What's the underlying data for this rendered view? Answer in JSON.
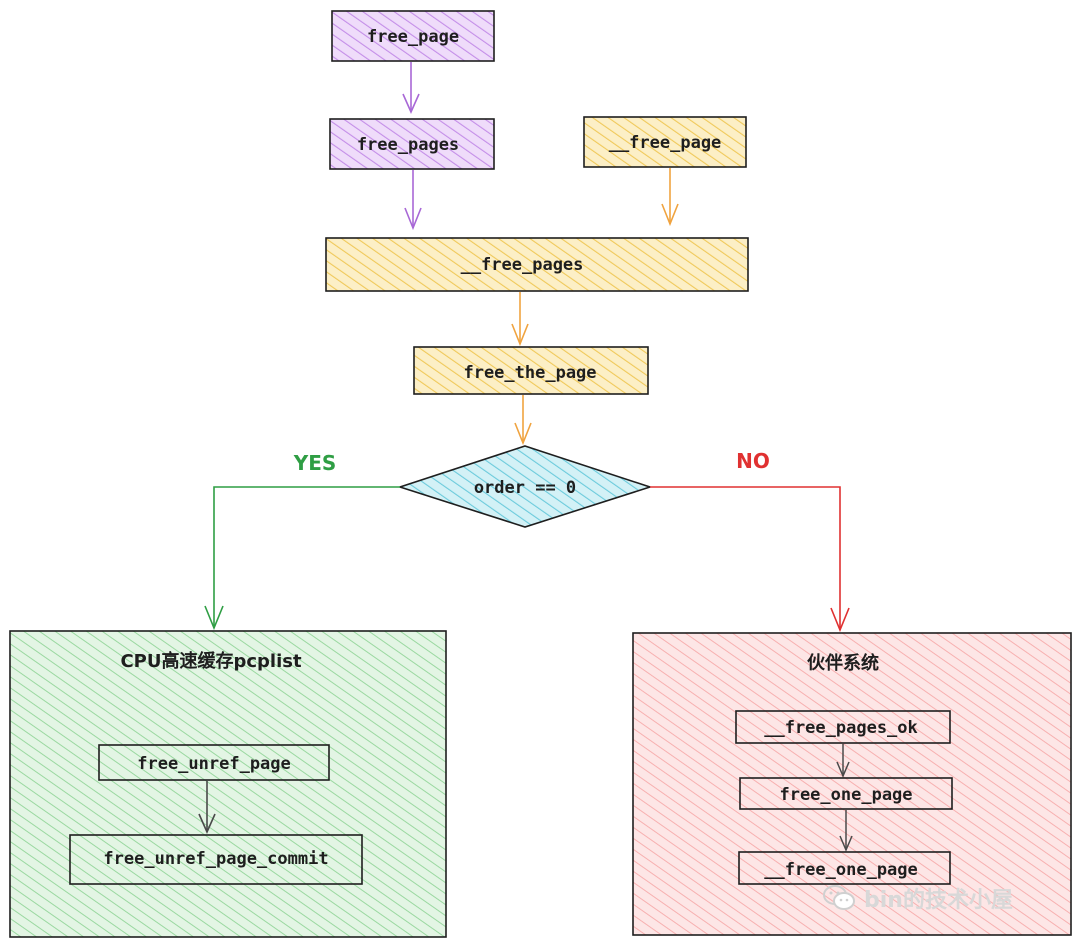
{
  "colors": {
    "purple": "#d0a3ee",
    "yellow": "#f5d77f",
    "cyan": "#8fd9e6",
    "green": "#b5e5b9",
    "pink": "#fbc7c7",
    "stroke": "#1e1e1e",
    "purple_arrow": "#a868d6",
    "orange_arrow": "#f0a33f",
    "green_line": "#2f9e44",
    "red_line": "#e03131"
  },
  "nodes": {
    "free_page": "free_page",
    "free_pages": "free_pages",
    "__free_page": "__free_page",
    "__free_pages": "__free_pages",
    "free_the_page": "free_the_page",
    "decision": "order == 0"
  },
  "branches": {
    "yes": "YES",
    "no": "NO"
  },
  "pcp_group": {
    "title": "CPU高速缓存pcplist",
    "items": [
      "free_unref_page",
      "free_unref_page_commit"
    ]
  },
  "buddy_group": {
    "title": "伙伴系统",
    "items": [
      "__free_pages_ok",
      "free_one_page",
      "__free_one_page"
    ]
  },
  "watermark": {
    "text": "bin的技术小屋",
    "icon": "wechat-icon"
  }
}
